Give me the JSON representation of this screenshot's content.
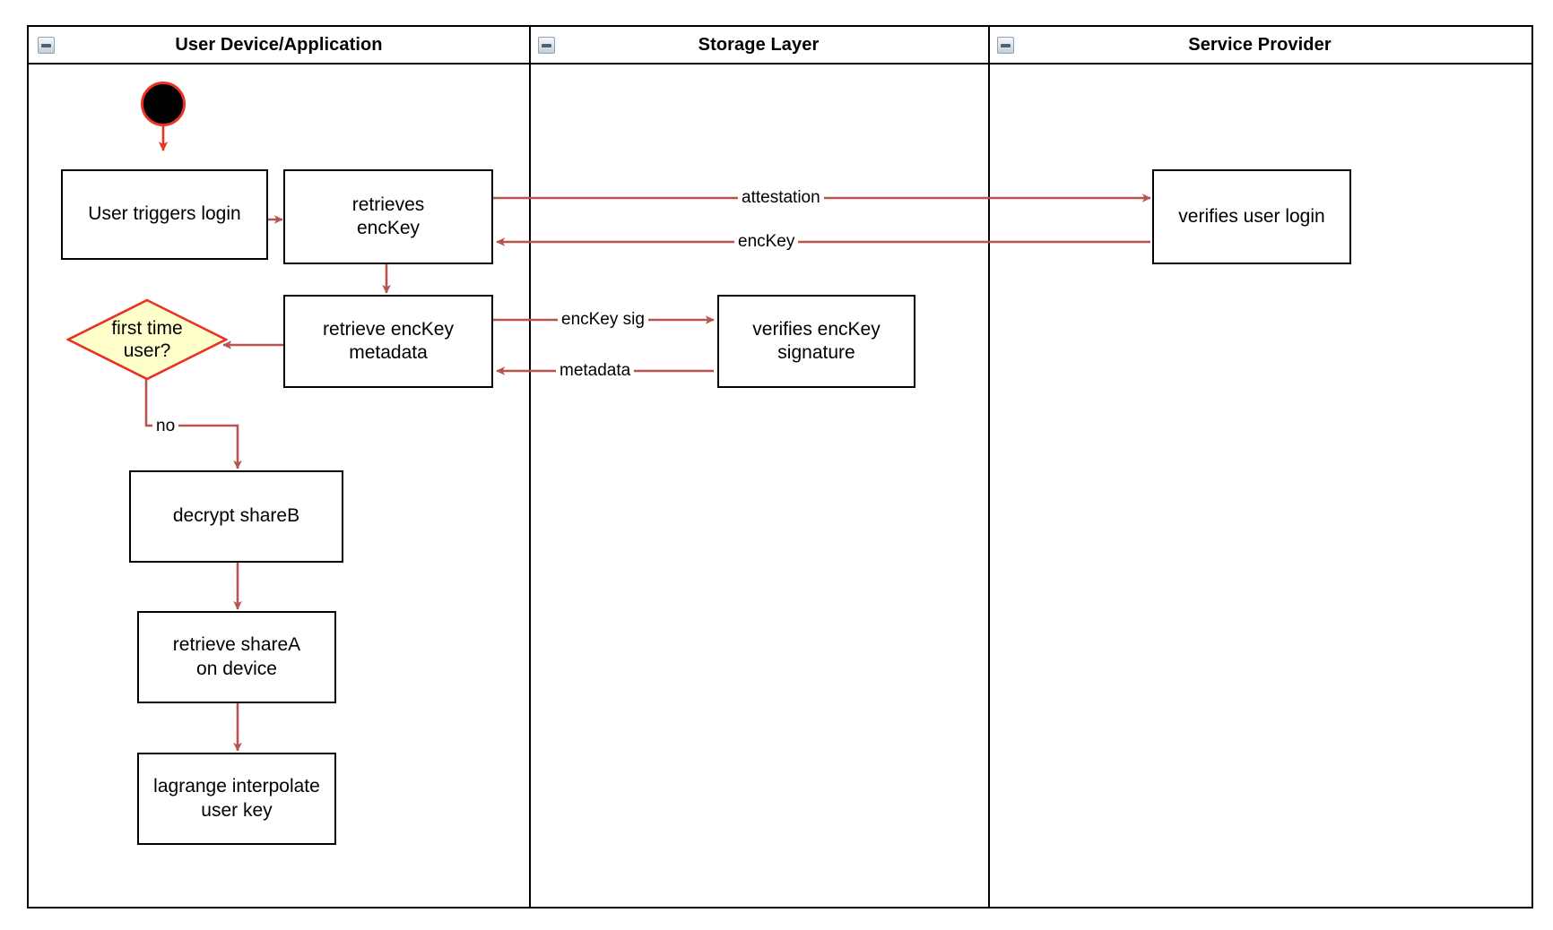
{
  "diagram": {
    "type": "swimlane-activity-diagram",
    "lanes": [
      {
        "id": "lane-user-device",
        "title": "User Device/Application",
        "collapse_icon": "collapse-minus-icon"
      },
      {
        "id": "lane-storage",
        "title": "Storage Layer",
        "collapse_icon": "collapse-minus-icon"
      },
      {
        "id": "lane-service-provider",
        "title": "Service Provider",
        "collapse_icon": "collapse-minus-icon"
      }
    ],
    "nodes": [
      {
        "id": "start",
        "shape": "initial-node",
        "label": ""
      },
      {
        "id": "user-triggers-login",
        "shape": "process",
        "label": "User triggers login",
        "lane": "lane-user-device"
      },
      {
        "id": "retrieves-enckey",
        "shape": "process",
        "label": "retrieves\nencKey",
        "lane": "lane-user-device"
      },
      {
        "id": "retrieve-enckey-metadata",
        "shape": "process",
        "label": "retrieve encKey\nmetadata",
        "lane": "lane-user-device"
      },
      {
        "id": "first-time-user",
        "shape": "decision",
        "label": "first time\nuser?",
        "lane": "lane-user-device"
      },
      {
        "id": "decrypt-shareb",
        "shape": "process",
        "label": "decrypt shareB",
        "lane": "lane-user-device"
      },
      {
        "id": "retrieve-sharea-on-device",
        "shape": "process",
        "label": "retrieve shareA\non device",
        "lane": "lane-user-device"
      },
      {
        "id": "lagrange-interpolate-user-key",
        "shape": "process",
        "label": "lagrange interpolate\nuser key",
        "lane": "lane-user-device"
      },
      {
        "id": "verifies-enckey-signature",
        "shape": "process",
        "label": "verifies encKey\nsignature",
        "lane": "lane-storage"
      },
      {
        "id": "verifies-user-login",
        "shape": "process",
        "label": "verifies user login",
        "lane": "lane-service-provider"
      }
    ],
    "edges": [
      {
        "id": "edge-start-to-login",
        "from": "start",
        "to": "user-triggers-login",
        "label": ""
      },
      {
        "id": "edge-login-to-retrieves",
        "from": "user-triggers-login",
        "to": "retrieves-enckey",
        "label": ""
      },
      {
        "id": "edge-attestation",
        "from": "retrieves-enckey",
        "to": "verifies-user-login",
        "label": "attestation"
      },
      {
        "id": "edge-enckey",
        "from": "verifies-user-login",
        "to": "retrieves-enckey",
        "label": "encKey"
      },
      {
        "id": "edge-retrieves-to-metadata",
        "from": "retrieves-enckey",
        "to": "retrieve-enckey-metadata",
        "label": ""
      },
      {
        "id": "edge-enckey-sig",
        "from": "retrieve-enckey-metadata",
        "to": "verifies-enckey-signature",
        "label": "encKey sig"
      },
      {
        "id": "edge-metadata",
        "from": "verifies-enckey-signature",
        "to": "retrieve-enckey-metadata",
        "label": "metadata"
      },
      {
        "id": "edge-metadata-to-decision",
        "from": "retrieve-enckey-metadata",
        "to": "first-time-user",
        "label": ""
      },
      {
        "id": "edge-no",
        "from": "first-time-user",
        "to": "decrypt-shareb",
        "label": "no"
      },
      {
        "id": "edge-decrypt-to-retrieve",
        "from": "decrypt-shareb",
        "to": "retrieve-sharea-on-device",
        "label": ""
      },
      {
        "id": "edge-retrieve-to-lagrange",
        "from": "retrieve-sharea-on-device",
        "to": "lagrange-interpolate-user-key",
        "label": ""
      }
    ],
    "colors": {
      "edge": "#b85450",
      "start_ring": "#ea3323",
      "decision_fill": "#ffffcc",
      "decision_stroke": "#ea3323",
      "node_stroke": "#000000",
      "node_fill": "#ffffff",
      "lane_stroke": "#000000",
      "background": "#ffffff"
    }
  }
}
